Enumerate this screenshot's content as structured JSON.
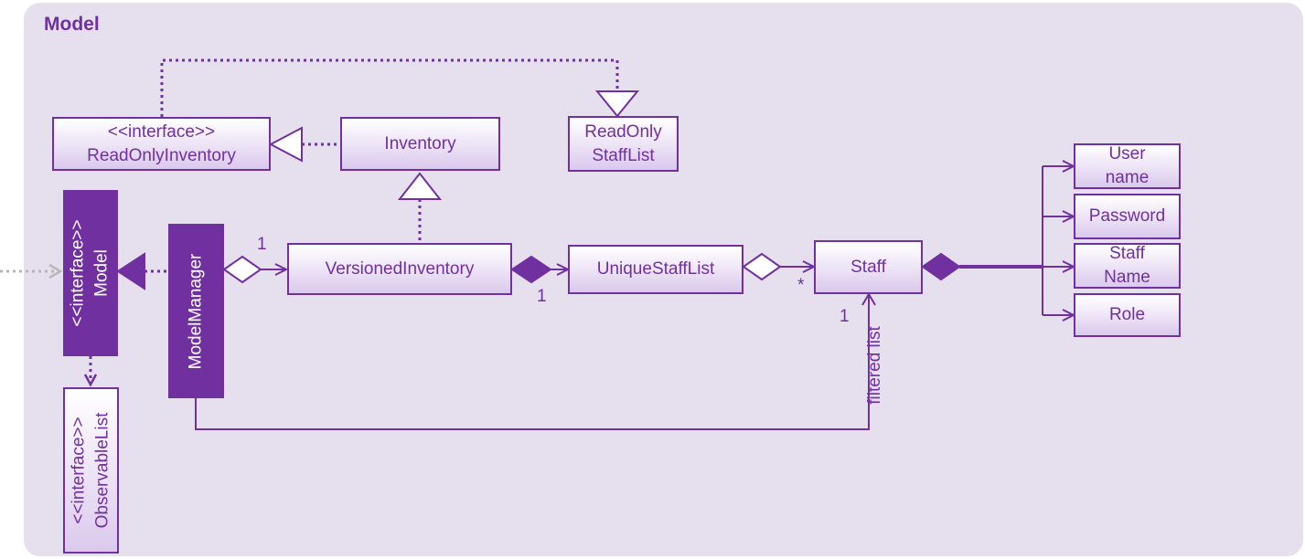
{
  "package_title": "Model",
  "classes": {
    "read_only_inventory": {
      "stereotype": "<<interface>>",
      "name": "ReadOnlyInventory"
    },
    "inventory": {
      "name": "Inventory"
    },
    "read_only_staff_list": {
      "line1": "ReadOnly",
      "line2": "StaffList"
    },
    "model": {
      "stereotype": "<<interface>>",
      "name": "Model"
    },
    "model_manager": {
      "name": "ModelManager"
    },
    "observable_list": {
      "stereotype": "<<interface>>",
      "name": "ObservableList"
    },
    "versioned_inventory": {
      "name": "VersionedInventory"
    },
    "unique_staff_list": {
      "name": "UniqueStaffList"
    },
    "staff": {
      "name": "Staff"
    },
    "user_name": {
      "line1": "User",
      "line2": "name"
    },
    "password": {
      "name": "Password"
    },
    "staff_name": {
      "line1": "Staff",
      "line2": "Name"
    },
    "role": {
      "name": "Role"
    }
  },
  "multiplicities": {
    "manager_to_versioned": "1",
    "versioned_to_unique": "1",
    "unique_to_staff": "*",
    "manager_filtered": "1"
  },
  "edge_labels": {
    "filtered_list": "filtered list"
  },
  "colors": {
    "accent": "#7030a0",
    "background": "#e6dfee",
    "incoming_arrow": "#b7b7b7"
  }
}
